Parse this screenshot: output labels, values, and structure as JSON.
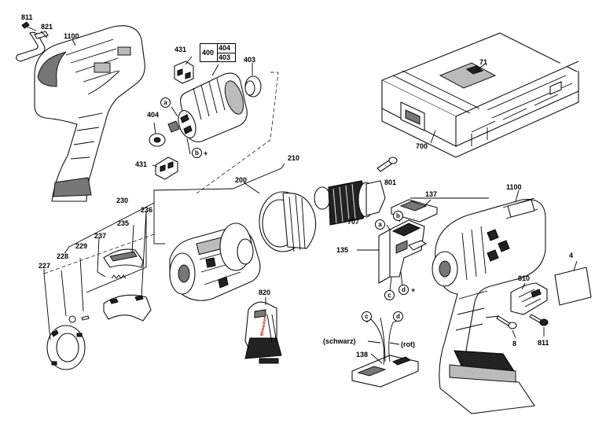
{
  "parts": {
    "p811a": "811",
    "p821": "821",
    "p1100a": "1100",
    "p431a": "431",
    "p400": "400",
    "p404a": "404",
    "p403a": "403",
    "p403b": "403",
    "p404b": "404",
    "p431b": "431",
    "p71": "71",
    "p700": "700",
    "p210": "210",
    "p200": "200",
    "p801": "801",
    "p137": "137",
    "p1100b": "1100",
    "p230": "230",
    "p236": "236",
    "p235": "235",
    "p237": "237",
    "p229": "229",
    "p228": "228",
    "p227": "227",
    "p707": "707",
    "p135": "135",
    "p4": "4",
    "p810": "810",
    "p820": "820",
    "p138": "138",
    "p8": "8",
    "p811b": "811"
  },
  "markers": {
    "a1": "a",
    "b1": "b",
    "plus1": "+",
    "a2": "a",
    "b2": "b",
    "c2": "c",
    "d2": "d",
    "plus2": "+",
    "c3": "c",
    "d3": "d"
  },
  "wire_labels": {
    "black": "(schwarz)",
    "red": "(rot)"
  },
  "brand_mark": "Milwaukee"
}
